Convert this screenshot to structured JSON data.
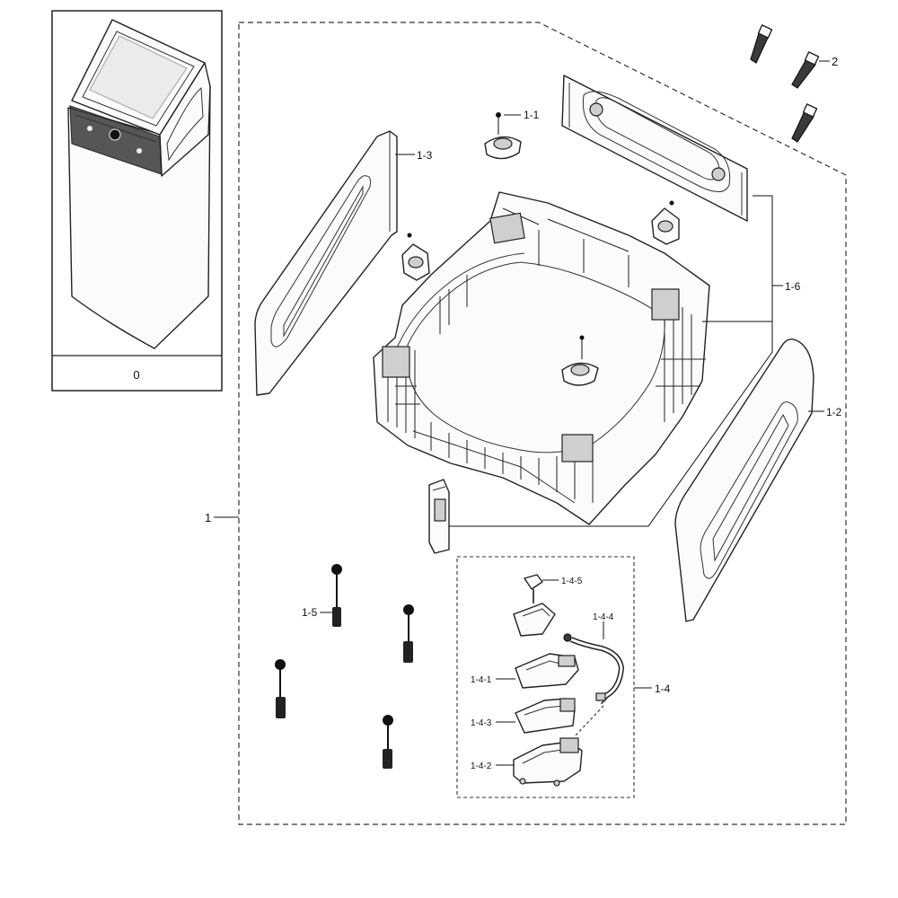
{
  "inset": {
    "caption": "0"
  },
  "labels": {
    "l1": "1",
    "l2": "2",
    "l1_1": "1-1",
    "l1_2": "1-2",
    "l1_3": "1-3",
    "l1_4": "1-4",
    "l1_5": "1-5",
    "l1_6": "1-6",
    "l1_4_1": "1-4-1",
    "l1_4_2": "1-4-2",
    "l1_4_3": "1-4-3",
    "l1_4_4": "1-4-4",
    "l1_4_5": "1-4-5"
  }
}
